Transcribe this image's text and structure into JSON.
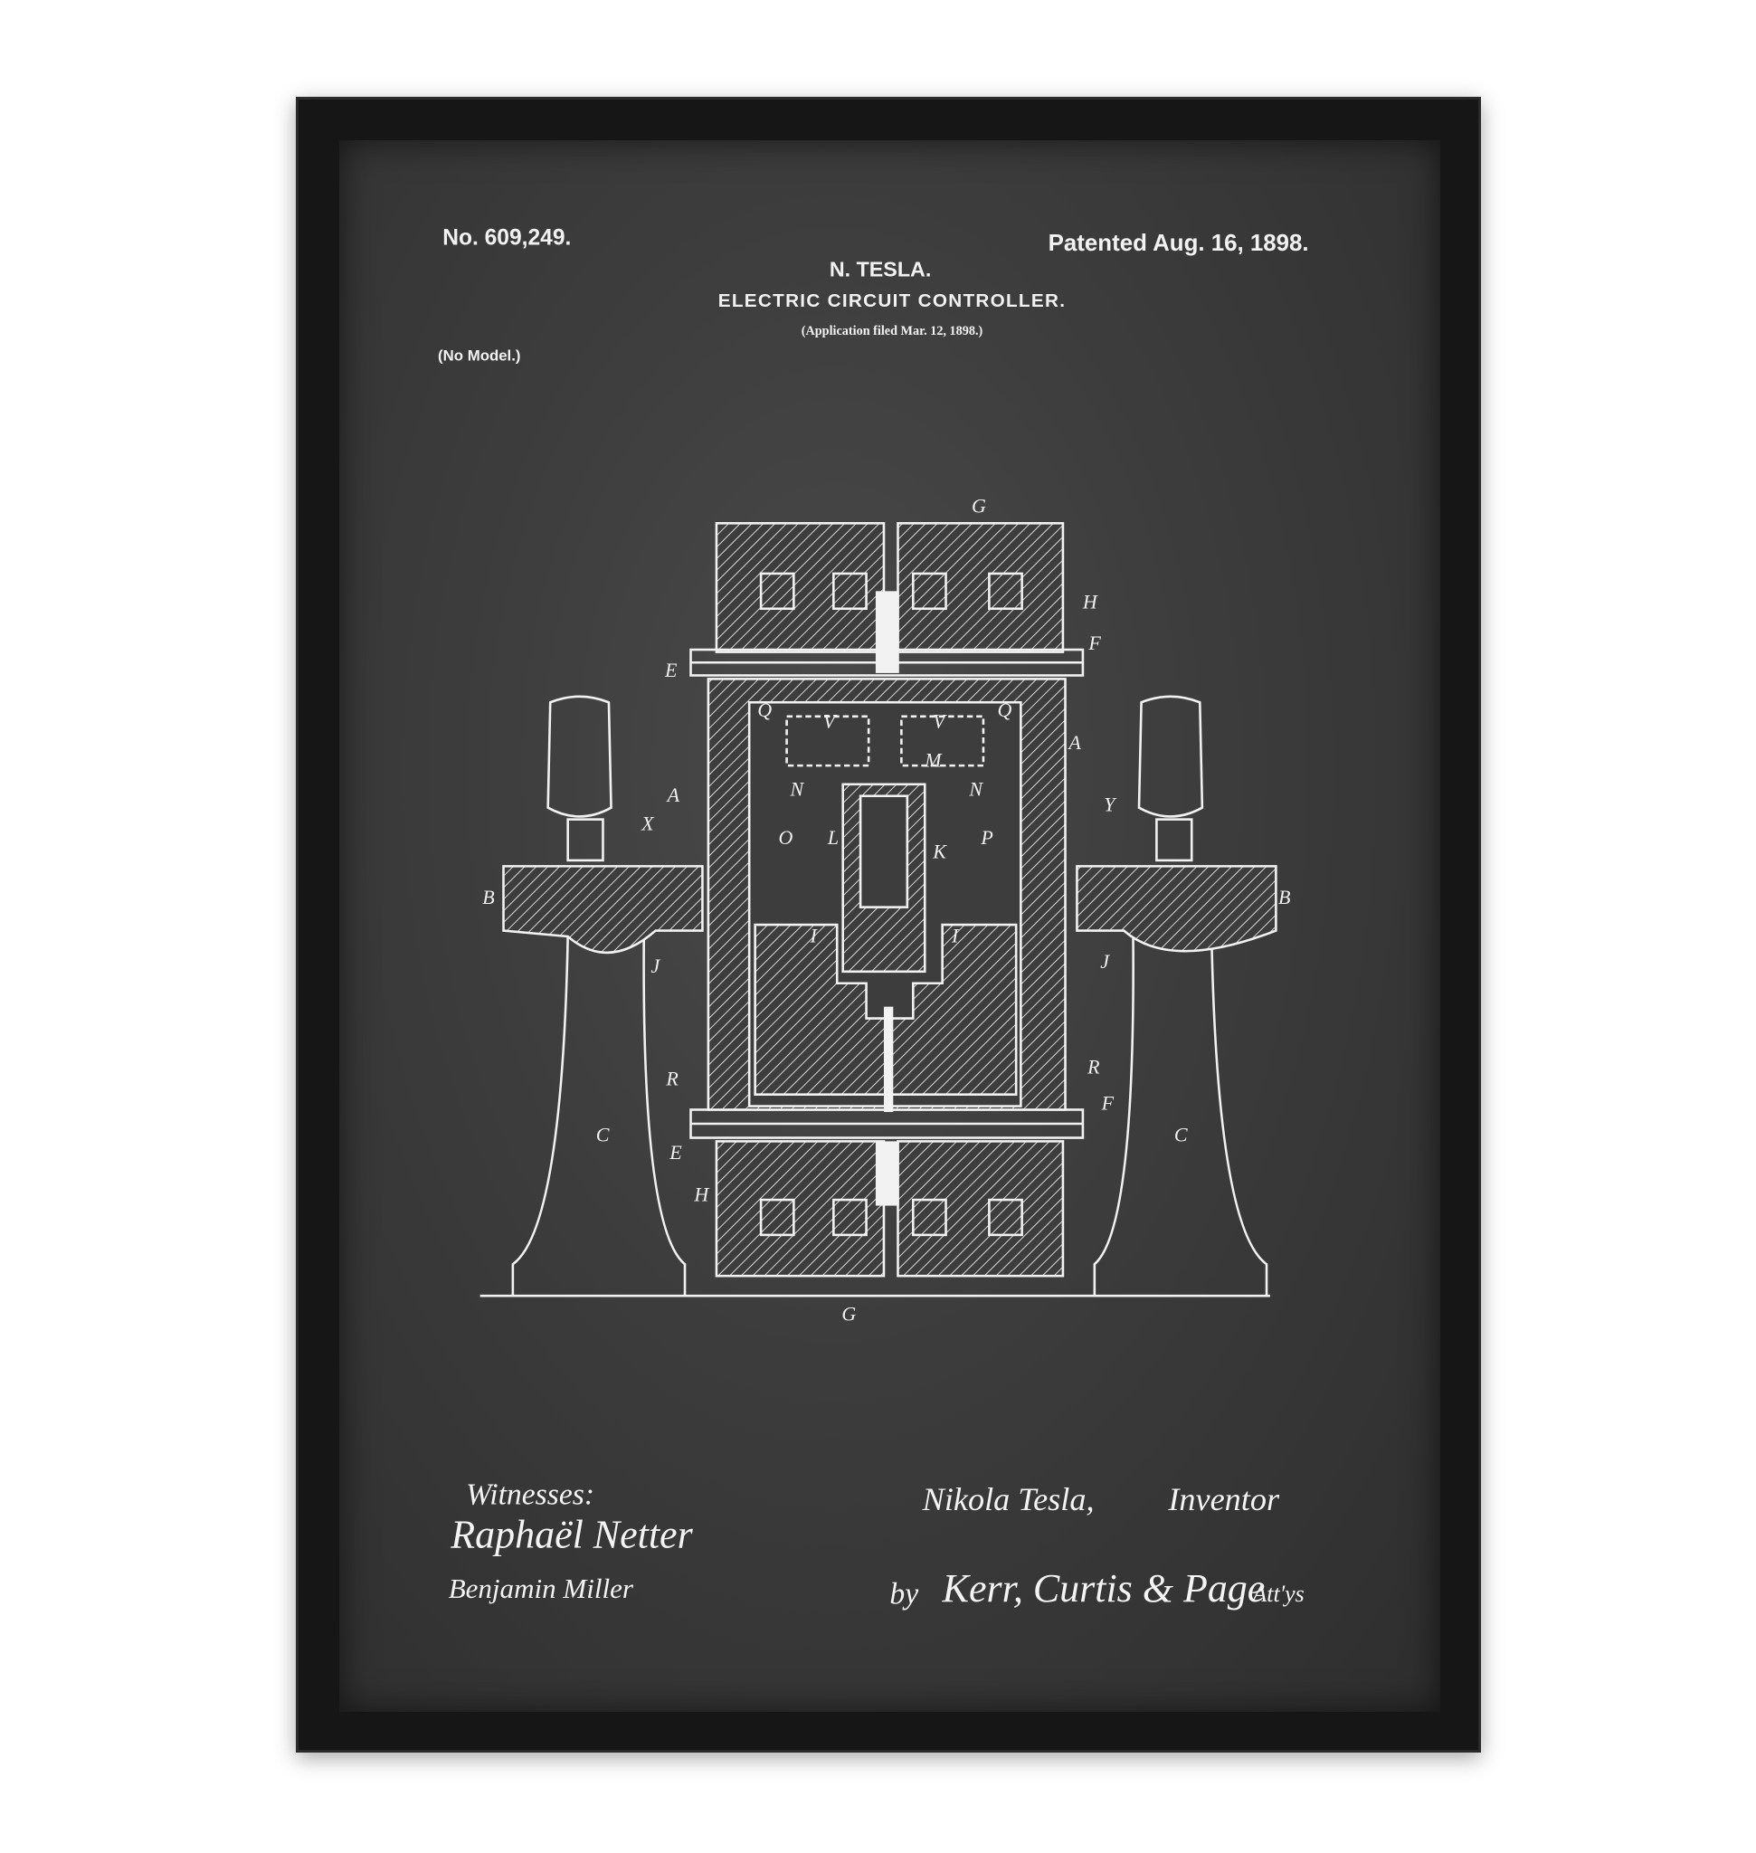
{
  "patent": {
    "number": "No. 609,249.",
    "patented": "Patented Aug. 16, 1898.",
    "inventor_header": "N. TESLA.",
    "title": "ELECTRIC CIRCUIT CONTROLLER.",
    "application": "(Application filed Mar. 12, 1898.)",
    "model": "(No Model.)"
  },
  "drawing": {
    "labels": [
      "G",
      "H",
      "F",
      "E",
      "A",
      "Q",
      "Q",
      "V",
      "V",
      "M",
      "N",
      "N",
      "A",
      "Y",
      "X",
      "O",
      "L",
      "K",
      "P",
      "B",
      "B",
      "I",
      "I",
      "J",
      "J",
      "R",
      "R",
      "F",
      "E",
      "C",
      "C",
      "H",
      "G"
    ]
  },
  "signatures": {
    "witnesses_label": "Witnesses:",
    "witness_1": "Raphaël Netter",
    "witness_2": "Benjamin Miller",
    "inventor": "Nikola Tesla,",
    "inventor_role": "Inventor",
    "attorneys_prefix": "by",
    "attorneys": "Kerr, Curtis & Page",
    "attorneys_suffix": "Att'ys"
  },
  "colors": {
    "frame": "#161616",
    "board": "#3c3c3c",
    "ink": "#f2f2f2"
  }
}
